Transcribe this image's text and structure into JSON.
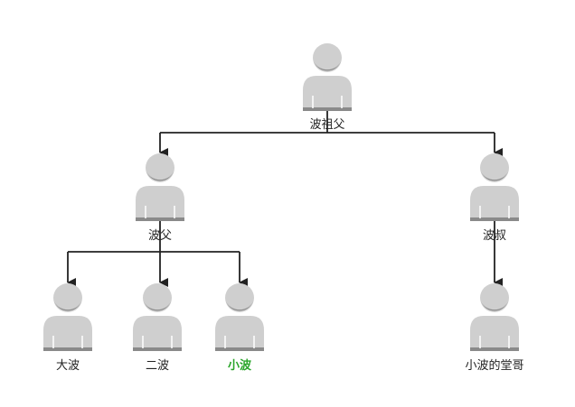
{
  "diagram": {
    "person_fill": "#cfcfcf",
    "person_shadow": "#8a8a8a",
    "edge_color": "#222222",
    "highlight_color": "#2aa52a",
    "nodes": {
      "grandfather": {
        "label": "波祖父"
      },
      "father": {
        "label": "波父"
      },
      "uncle": {
        "label": "波叔"
      },
      "eldest": {
        "label": "大波"
      },
      "second": {
        "label": "二波"
      },
      "xiaobo": {
        "label": "小波",
        "highlighted": true
      },
      "cousin": {
        "label": "小波的堂哥"
      }
    }
  }
}
